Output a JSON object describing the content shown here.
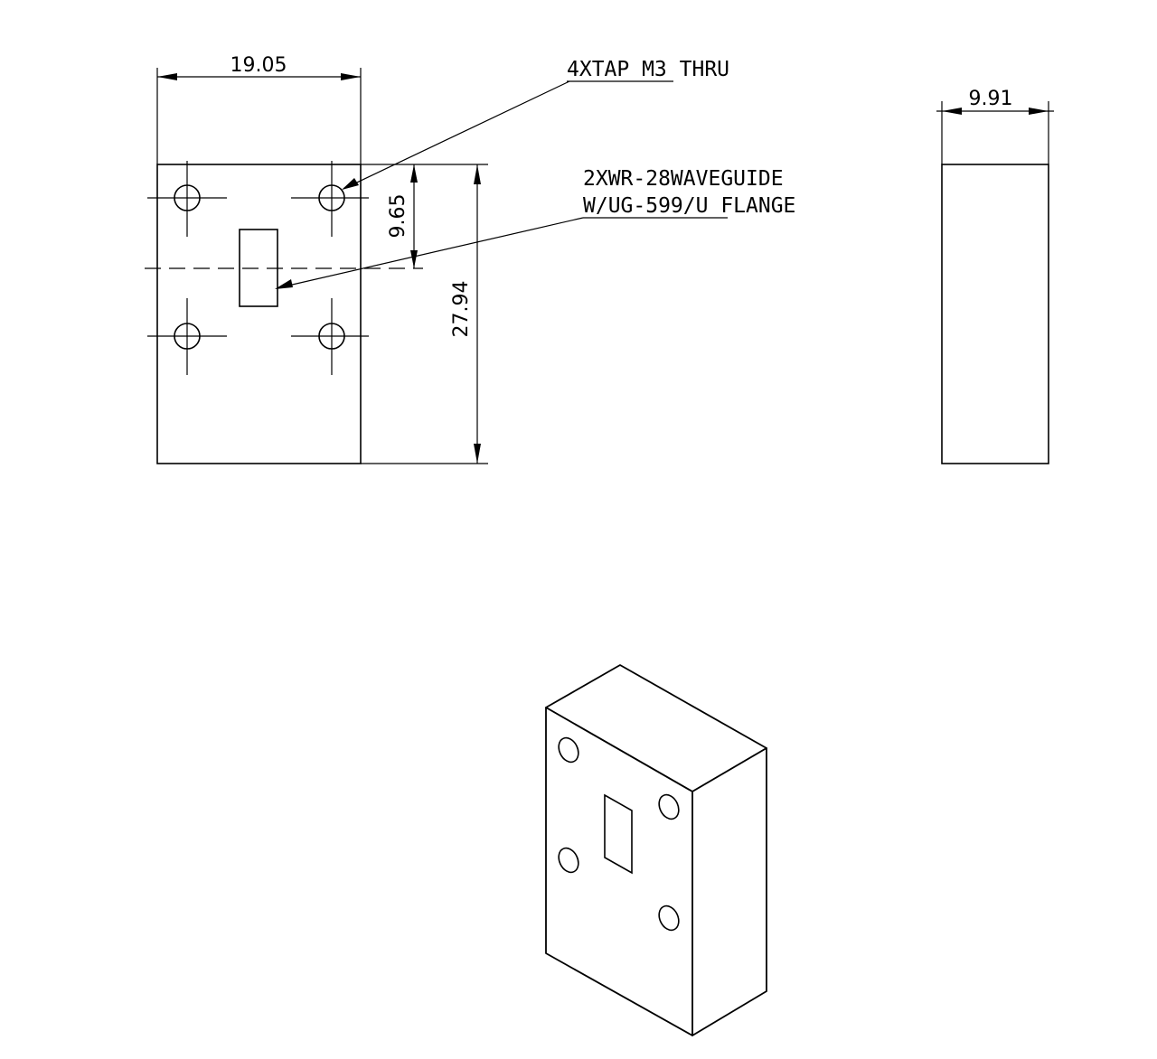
{
  "dimensions": {
    "width": "19.05",
    "height": "27.94",
    "offset": "9.65",
    "thickness": "9.91"
  },
  "notes": {
    "holes": "4XTAP M3 THRU",
    "waveguide_line1": "2XWR-28WAVEGUIDE",
    "waveguide_line2": "W/UG-599/U FLANGE"
  }
}
